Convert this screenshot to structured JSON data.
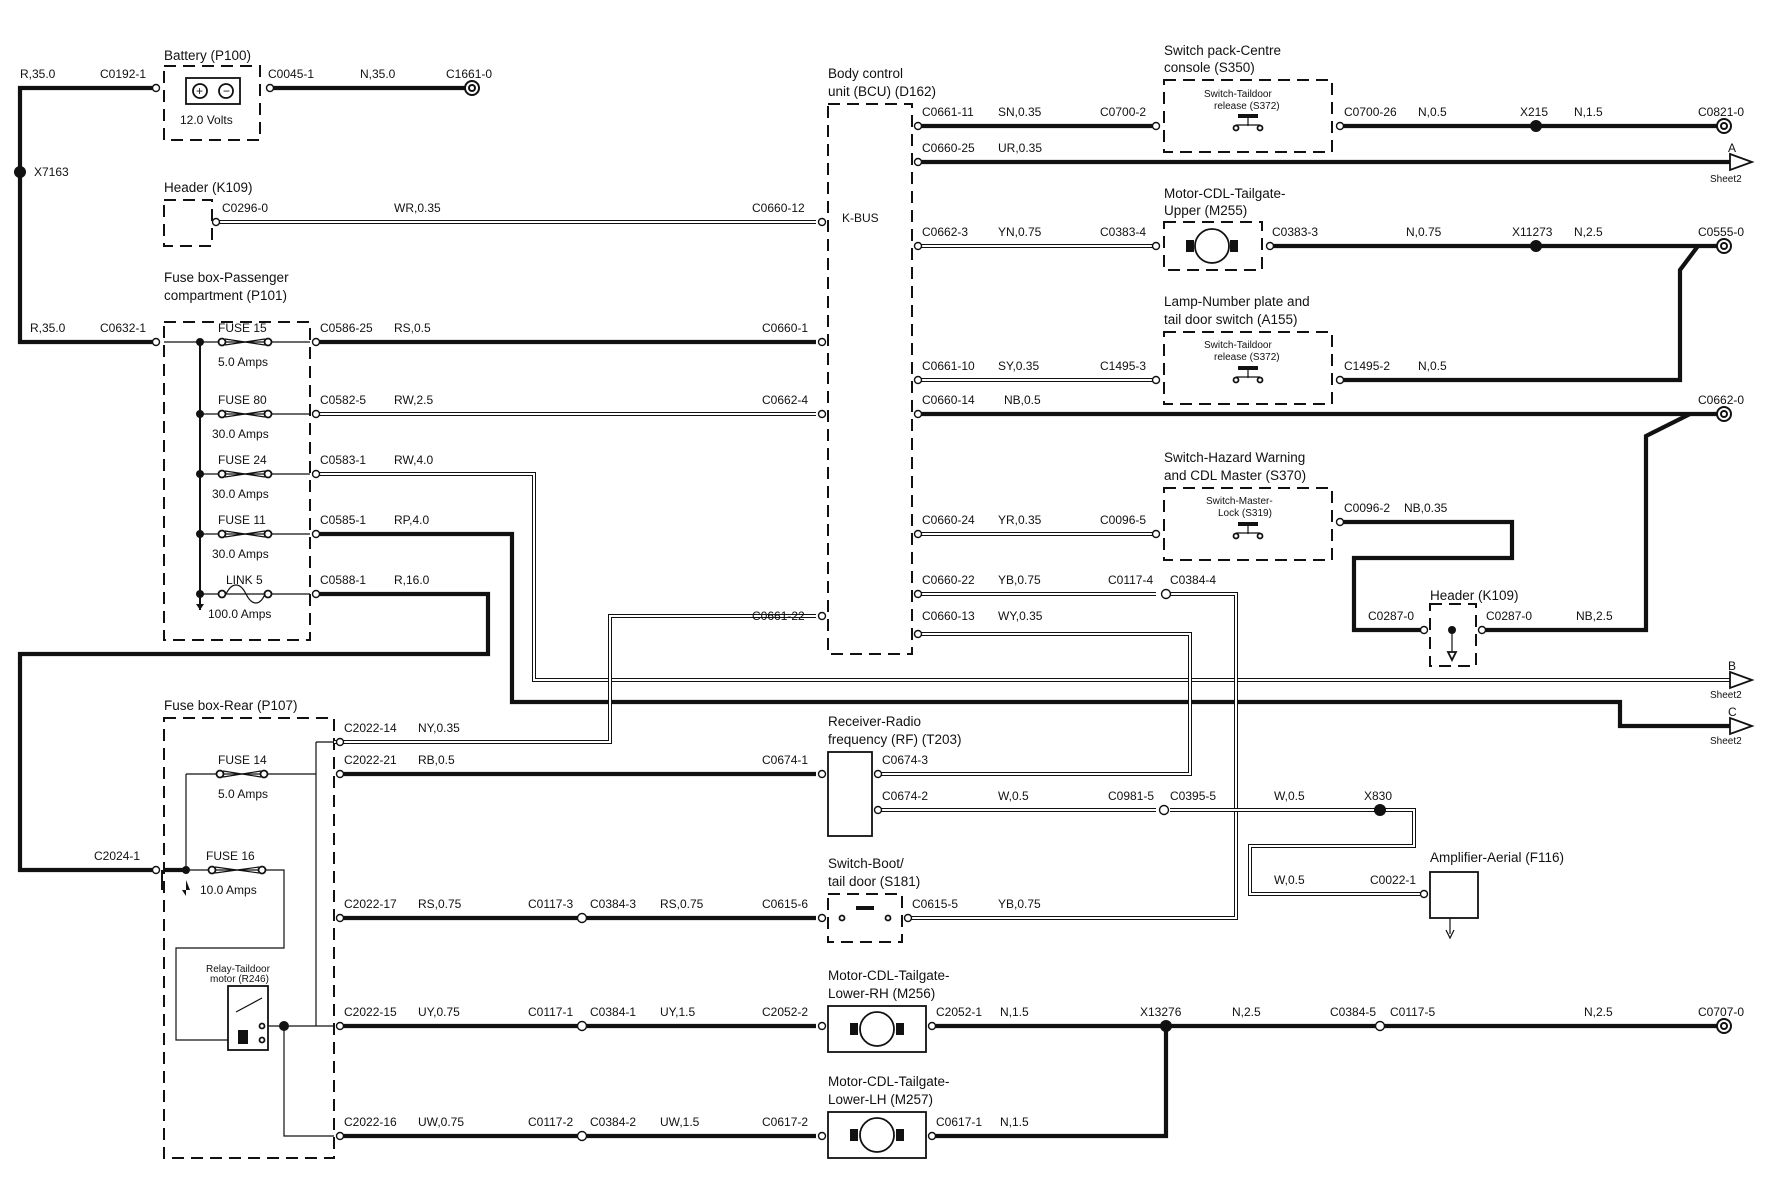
{
  "components": {
    "battery": {
      "title": "Battery (P100)",
      "voltage": "12.0 Volts"
    },
    "header_top": {
      "title": "Header (K109)"
    },
    "fusebox_pass": {
      "title_l1": "Fuse box-Passenger",
      "title_l2": "compartment (P101)"
    },
    "bcu": {
      "title_l1": "Body control",
      "title_l2": "unit (BCU) (D162)",
      "kbus": "K-BUS"
    },
    "switch_pack": {
      "title_l1": "Switch pack-Centre",
      "title_l2": "console (S350)",
      "inner_l1": "Switch-Taildoor",
      "inner_l2": "release (S372)"
    },
    "motor_upper": {
      "title_l1": "Motor-CDL-Tailgate-",
      "title_l2": "Upper (M255)"
    },
    "lamp_plate": {
      "title_l1": "Lamp-Number plate and",
      "title_l2": "tail door switch (A155)",
      "inner_l1": "Switch-Taildoor",
      "inner_l2": "release (S372)"
    },
    "hazard": {
      "title_l1": "Switch-Hazard Warning",
      "title_l2": "and CDL Master (S370)",
      "inner_l1": "Switch-Master-",
      "inner_l2": "Lock (S319)"
    },
    "header_right": {
      "title": "Header (K109)"
    },
    "fusebox_rear": {
      "title": "Fuse box-Rear (P107)"
    },
    "relay": {
      "title_l1": "Relay-Taildoor",
      "title_l2": "motor (R246)"
    },
    "receiver": {
      "title_l1": "Receiver-Radio",
      "title_l2": "frequency (RF) (T203)"
    },
    "amplifier": {
      "title": "Amplifier-Aerial (F116)"
    },
    "switch_boot": {
      "title_l1": "Switch-Boot/",
      "title_l2": "tail door (S181)"
    },
    "motor_rh": {
      "title_l1": "Motor-CDL-Tailgate-",
      "title_l2": "Lower-RH (M256)"
    },
    "motor_lh": {
      "title_l1": "Motor-CDL-Tailgate-",
      "title_l2": "Lower-LH (M257)"
    }
  },
  "fuses": {
    "f15": {
      "name": "FUSE 15",
      "rating": "5.0 Amps"
    },
    "f80": {
      "name": "FUSE 80",
      "rating": "30.0 Amps"
    },
    "f24": {
      "name": "FUSE 24",
      "rating": "30.0 Amps"
    },
    "f11": {
      "name": "FUSE 11",
      "rating": "30.0 Amps"
    },
    "link5": {
      "name": "LINK 5",
      "rating": "100.0 Amps"
    },
    "f14": {
      "name": "FUSE 14",
      "rating": "5.0 Amps"
    },
    "f16": {
      "name": "FUSE 16",
      "rating": "10.0 Amps"
    }
  },
  "labels": {
    "r350_top": "R,35.0",
    "c0192": "C0192-1",
    "c0045": "C0045-1",
    "n350": "N,35.0",
    "c1661": "C1661-0",
    "x7163": "X7163",
    "c0296": "C0296-0",
    "wr035": "WR,0.35",
    "c0660_12": "C0660-12",
    "r350_mid": "R,35.0",
    "c0632": "C0632-1",
    "c0586": "C0586-25",
    "rs05": "RS,0.5",
    "c0660_1": "C0660-1",
    "c0582": "C0582-5",
    "rw26": "RW,2.5",
    "c0662_4": "C0662-4",
    "c0583": "C0583-1",
    "rw40": "RW,4.0",
    "c0585": "C0585-1",
    "rp40": "RP,4.0",
    "c0588": "C0588-1",
    "r160": "R,16.0",
    "c0661_22": "C0661-22",
    "c0661_11": "C0661-11",
    "sn035": "SN,0.35",
    "c0700_2": "C0700-2",
    "c0700_26": "C0700-26",
    "n05_a": "N,0.5",
    "x215": "X215",
    "n15": "N,1.5",
    "c0821": "C0821-0",
    "c0660_25": "C0660-25",
    "ur035": "UR,0.35",
    "sheetA": "A",
    "sheet2_a": "Sheet2",
    "c0662_3": "C0662-3",
    "yn075": "YN,0.75",
    "c0383_4": "C0383-4",
    "c0383_3": "C0383-3",
    "n075": "N,0.75",
    "x11273": "X11273",
    "n25_a": "N,2.5",
    "c0555": "C0555-0",
    "c0661_10": "C0661-10",
    "sy035": "SY,0.35",
    "c1495_3": "C1495-3",
    "c1495_2": "C1495-2",
    "n05_b": "N,0.5",
    "c0660_14": "C0660-14",
    "nb05": "NB,0.5",
    "c0662_0": "C0662-0",
    "c0660_24": "C0660-24",
    "yr035": "YR,0.35",
    "c0096_5": "C0096-5",
    "c0096_2": "C0096-2",
    "nb035": "NB,0.35",
    "c0660_22": "C0660-22",
    "yb075_a": "YB,0.75",
    "c0117_4": "C0117-4",
    "c0384_4": "C0384-4",
    "c0660_13": "C0660-13",
    "wy035": "WY,0.35",
    "c0287_a": "C0287-0",
    "c0287_b": "C0287-0",
    "nb25": "NB,2.5",
    "sheetB": "B",
    "sheet2_b": "Sheet2",
    "sheetC": "C",
    "sheet2_c": "Sheet2",
    "c2022_14": "C2022-14",
    "ny035": "NY,0.35",
    "c2022_21": "C2022-21",
    "rb05": "RB,0.5",
    "c0674_1": "C0674-1",
    "c0674_3": "C0674-3",
    "c0674_2": "C0674-2",
    "w05_a": "W,0.5",
    "c0981_5": "C0981-5",
    "c0395_5": "C0395-5",
    "w05_b": "W,0.5",
    "x830": "X830",
    "w05_c": "W,0.5",
    "c0022_1": "C0022-1",
    "c2024": "C2024-1",
    "c2022_17": "C2022-17",
    "rs075": "RS,0.75",
    "c0117_3": "C0117-3",
    "c0384_3": "C0384-3",
    "rs075_b": "RS,0.75",
    "c0615_6": "C0615-6",
    "c0615_5": "C0615-5",
    "yb075_b": "YB,0.75",
    "c2022_15": "C2022-15",
    "uy075": "UY,0.75",
    "c0117_1": "C0117-1",
    "c0384_1": "C0384-1",
    "uy15": "UY,1.5",
    "c2052_2": "C2052-2",
    "c2052_1": "C2052-1",
    "n15_b": "N,1.5",
    "x13276": "X13276",
    "n25_b": "N,2.5",
    "c0384_5": "C0384-5",
    "c0117_5": "C0117-5",
    "n25_c": "N,2.5",
    "c0707": "C0707-0",
    "c2022_16": "C2022-16",
    "uw075": "UW,0.75",
    "c0117_2": "C0117-2",
    "c0384_2": "C0384-2",
    "uw15": "UW,1.5",
    "c0617_2": "C0617-2",
    "c0617_1": "C0617-1",
    "n15_c": "N,1.5"
  }
}
